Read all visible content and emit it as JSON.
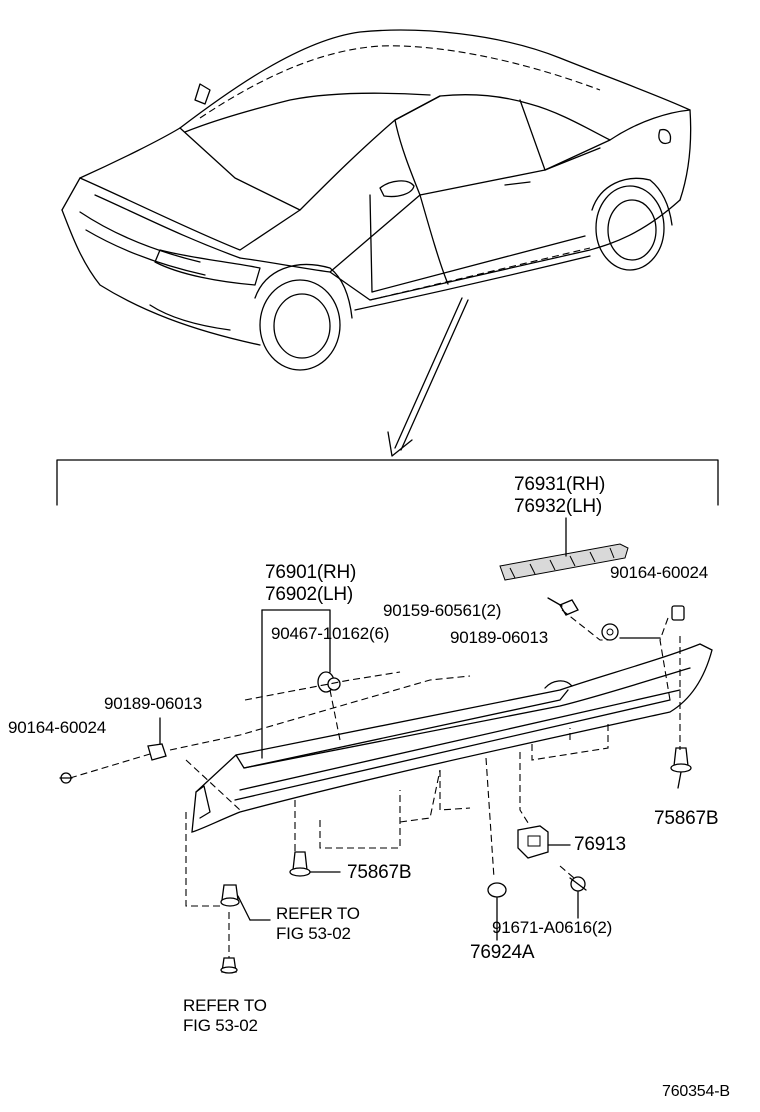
{
  "parts": {
    "sill_clip_part": "76931(RH)",
    "sill_clip_part_lh": "76932(LH)",
    "rocker_panel_rh": "76901(RH)",
    "rocker_panel_lh": "76902(LH)",
    "clip_right_top": "90164-60024",
    "screw_top": "90159-60561(2)",
    "clip_9018_right": "90189-06013",
    "clip_9046": "90467-10162(6)",
    "clip_9018_left": "90189-06013",
    "clip_left": "90164-60024",
    "fastener_right": "75867B",
    "fastener_mid": "75867B",
    "bracket": "76913",
    "nut_bottom": "76924A",
    "screw_bottom": "91671-A0616(2)",
    "refer_1_line1": "REFER TO",
    "refer_1_line2": "FIG 53-02",
    "refer_2_line1": "REFER TO",
    "refer_2_line2": "FIG 53-02",
    "diagram_number": "760354-B"
  }
}
